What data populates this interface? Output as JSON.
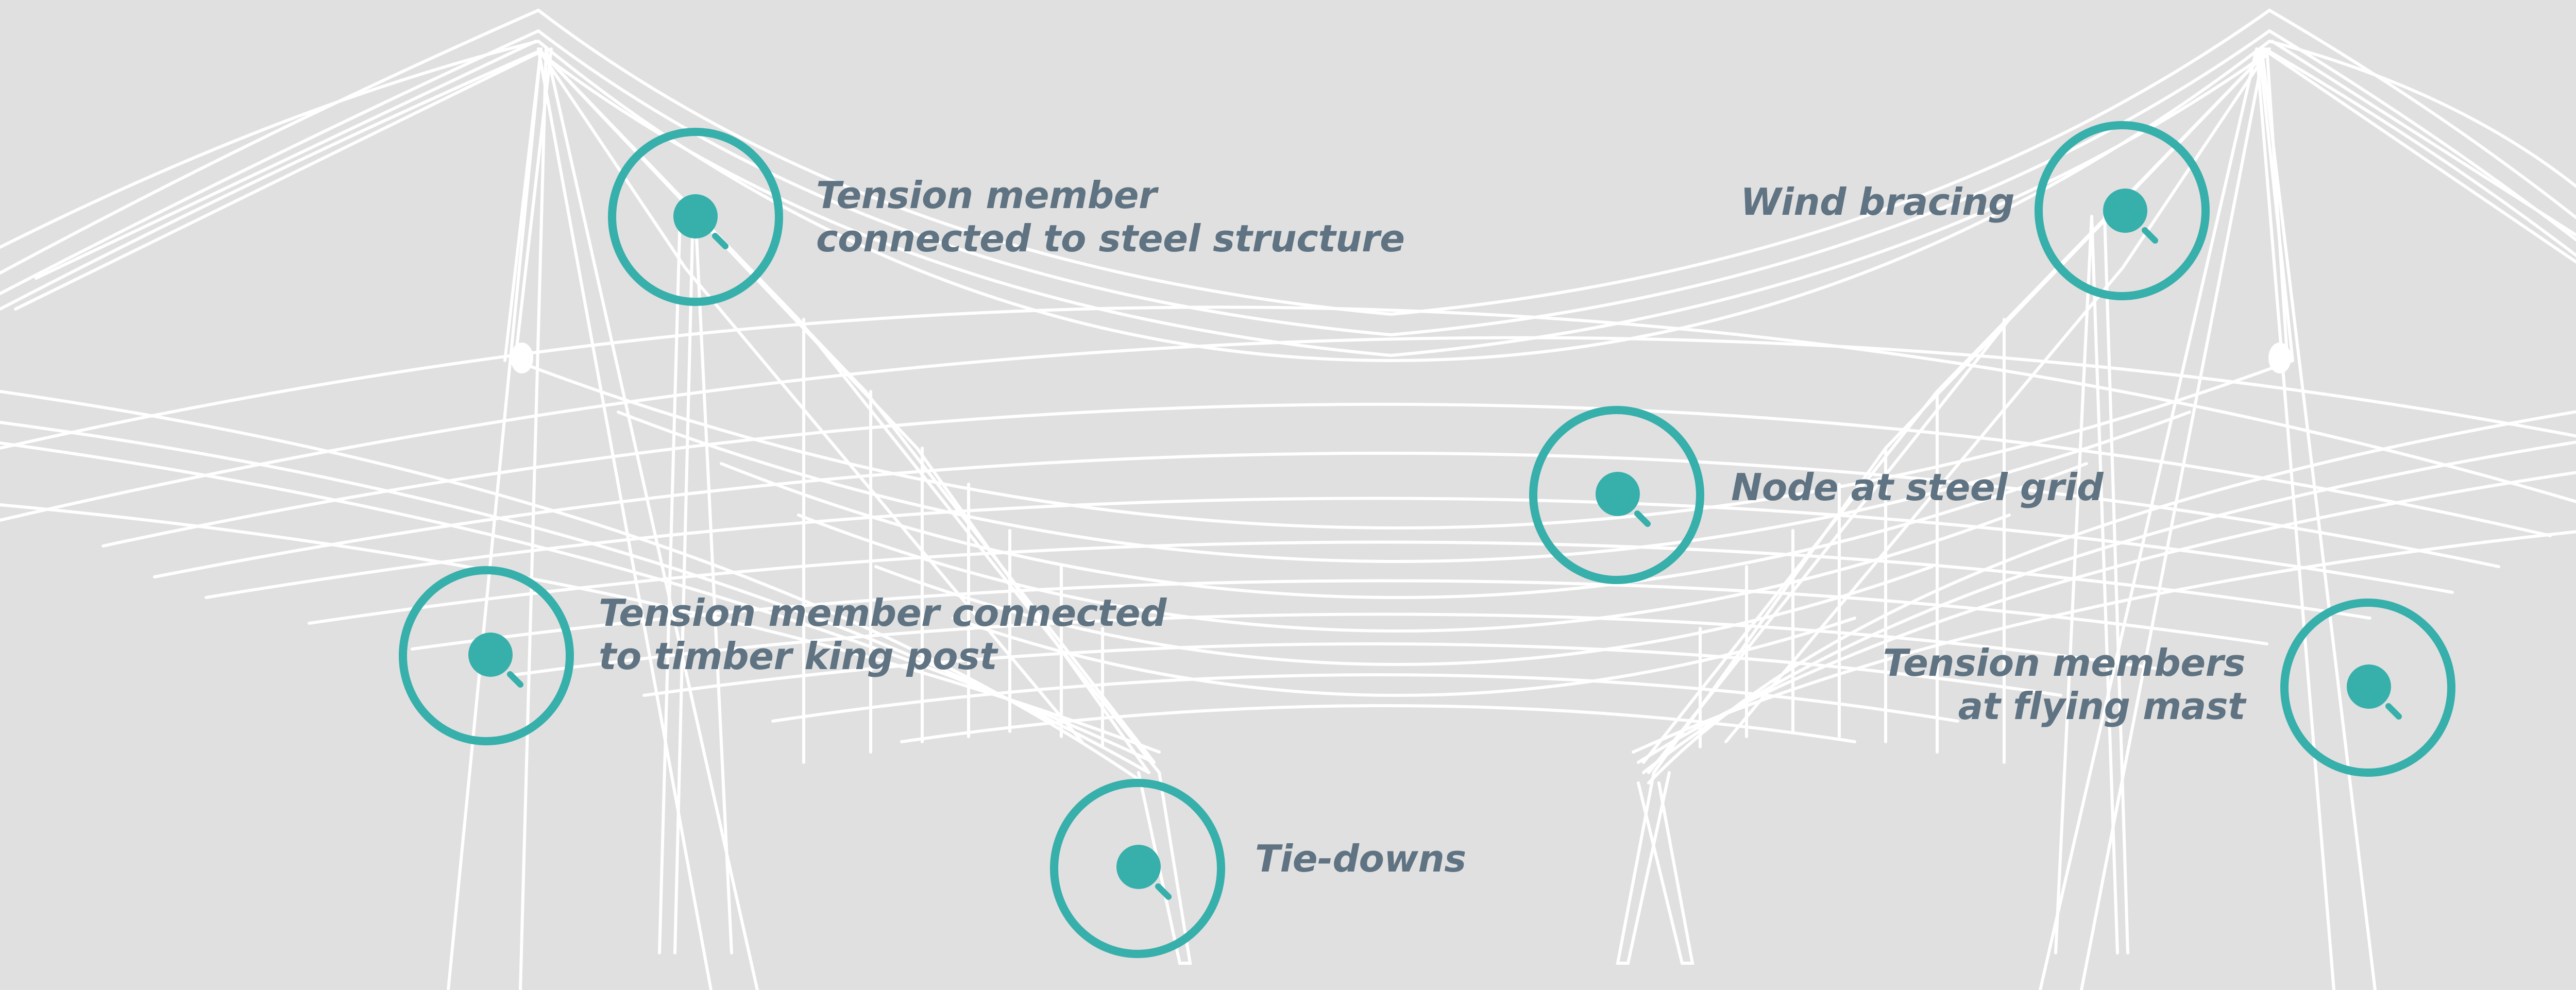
{
  "colors": {
    "background": "#e0e0e0",
    "structure_lines": "#ffffff",
    "hotspot_accent": "#37afab",
    "label_text": "#5f7382"
  },
  "hotspots": [
    {
      "id": "tension-member-steel",
      "icon": "magnifier-icon",
      "label_lines": [
        "Tension member",
        "connected to steel structure"
      ]
    },
    {
      "id": "wind-bracing",
      "icon": "magnifier-icon",
      "label_lines": [
        "Wind bracing"
      ]
    },
    {
      "id": "node-steel-grid",
      "icon": "magnifier-icon",
      "label_lines": [
        "Node at steel grid"
      ]
    },
    {
      "id": "tension-member-timber",
      "icon": "magnifier-icon",
      "label_lines": [
        "Tension member connected",
        "to timber king post"
      ]
    },
    {
      "id": "tension-members-flying-mast",
      "icon": "magnifier-icon",
      "label_lines": [
        "Tension members",
        "at flying mast"
      ]
    },
    {
      "id": "tie-downs",
      "icon": "magnifier-icon",
      "label_lines": [
        "Tie-downs"
      ]
    }
  ]
}
